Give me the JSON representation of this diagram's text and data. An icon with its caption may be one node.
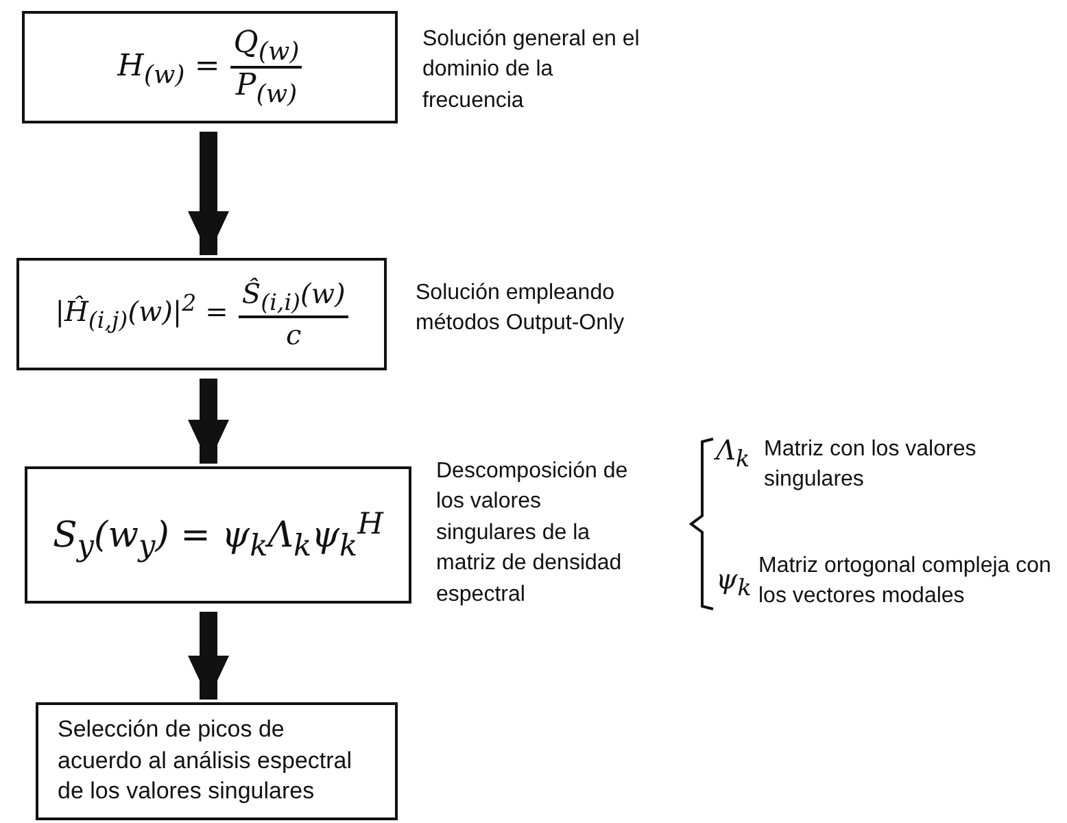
{
  "diagram": {
    "nodes": [
      {
        "text": [
          "H$_{(w)}$ =",
          "Q$_{(w)}$",
          "P$_{(w)}$"
        ],
        "beside": [
          "Solución general en el dominio de la frecuencia"
        ]
      },
      {
        "text": [
          "|Ĥ$_{(i,j)}$(w)|$^{2}$ =",
          "Ŝ$_{(i,i)}$(w)",
          "c"
        ],
        "beside": [
          "Solución empleando métodos Output-Only"
        ]
      },
      {
        "text": [
          "S$_{y}$(w$_{y}$) = ψ$_{k}$Λ$_{k}$ψ$_{k}$$^{H}$"
        ],
        "beside": [
          "Descomposición de los valores singulares de la matriz de densidad espectral"
        ]
      },
      {
        "text": [
          "Selección de picos de acuerdo al análisis espectral de los valores singulares"
        ]
      }
    ],
    "edges": [
      {
        "from": 0,
        "to": 1,
        "arrow": "to"
      },
      {
        "from": 1,
        "to": 2,
        "arrow": "to"
      },
      {
        "from": 2,
        "to": 3,
        "arrow": "to"
      }
    ],
    "labels": [
      "Λ$_{k}$",
      "Matriz con los valores singulares",
      "ψ$_{k}$",
      "Matriz ortogonal compleja con los vectores modales"
    ]
  }
}
